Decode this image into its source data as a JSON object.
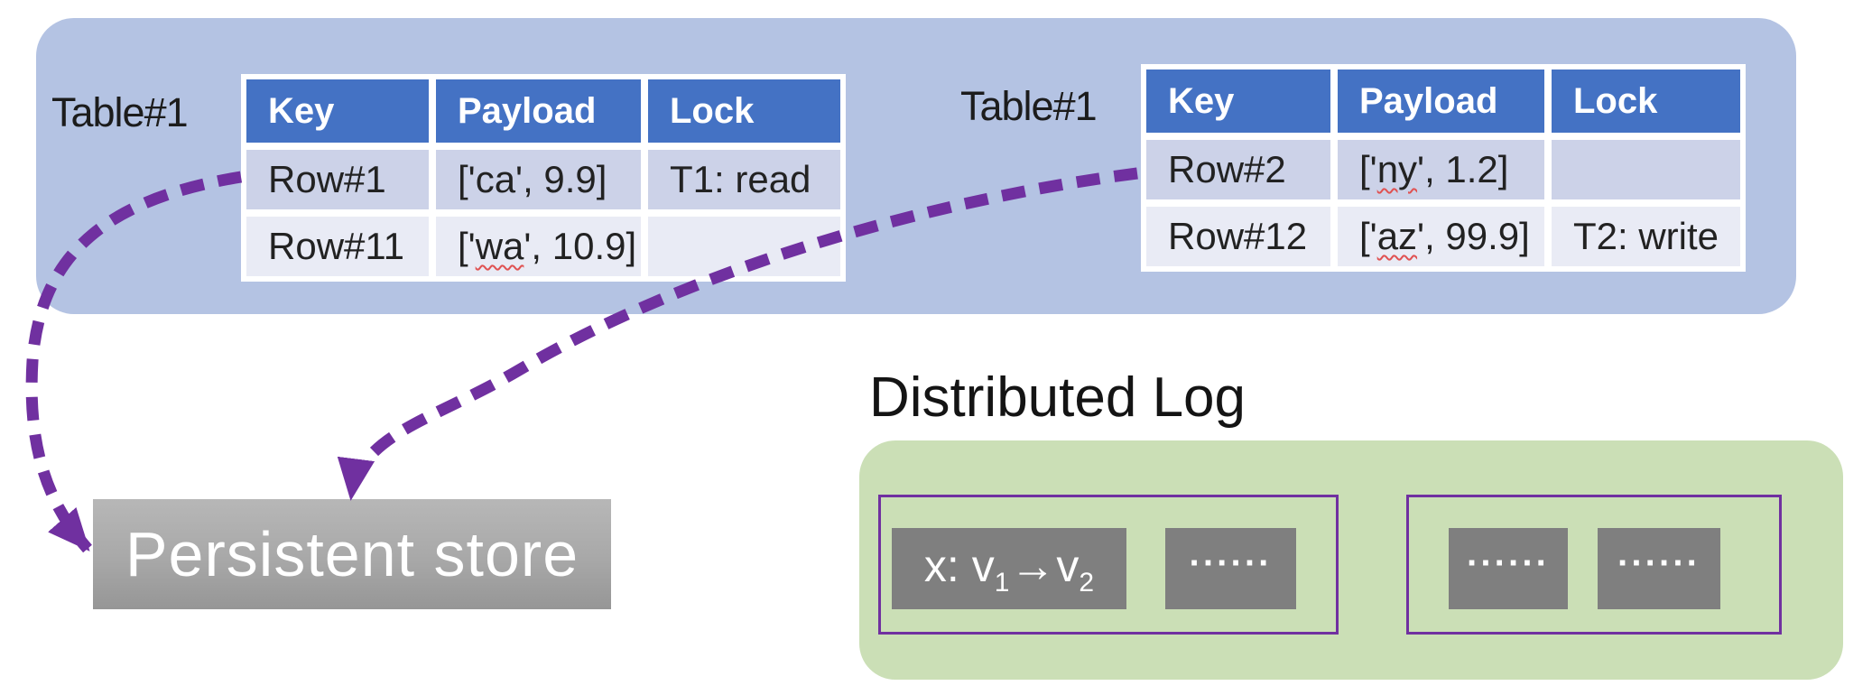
{
  "colors": {
    "memory_region_bg": "#B4C3E3",
    "table_header_bg": "#4472C4",
    "row_band_dark": "#CCD2E8",
    "row_band_light": "#E9EBF5",
    "log_region_bg": "#CBDFB6",
    "log_segment_border": "#7030A0",
    "log_entry_bg": "#7F7F7F",
    "arrow_purple": "#7030A0",
    "store_gray_top": "#B7B7B7",
    "store_gray_bottom": "#969696"
  },
  "memory": {
    "tables": [
      {
        "label": "Table#1",
        "headers": [
          "Key",
          "Payload",
          "Lock"
        ],
        "rows": [
          {
            "key": "Row#1",
            "payload": {
              "pre": "['",
              "word": "ca",
              "post": "', 9.9]"
            },
            "lock": "T1: read"
          },
          {
            "key": "Row#11",
            "payload": {
              "pre": "['",
              "word": "wa",
              "post": "', 10.9]"
            },
            "lock": ""
          }
        ]
      },
      {
        "label": "Table#1",
        "headers": [
          "Key",
          "Payload",
          "Lock"
        ],
        "rows": [
          {
            "key": "Row#2",
            "payload": {
              "pre": "['",
              "word": "ny",
              "post": "', 1.2]"
            },
            "lock": ""
          },
          {
            "key": "Row#12",
            "payload": {
              "pre": "['",
              "word": "az",
              "post": "', 99.9]"
            },
            "lock": "T2: write"
          }
        ]
      }
    ]
  },
  "persistent_store": {
    "label": "Persistent store"
  },
  "distributed_log": {
    "title": "Distributed Log",
    "record": {
      "prefix": "x: v",
      "sub1": "1",
      "arrow": "→",
      "base2": "v",
      "sub2": "2"
    },
    "dots": "······"
  }
}
